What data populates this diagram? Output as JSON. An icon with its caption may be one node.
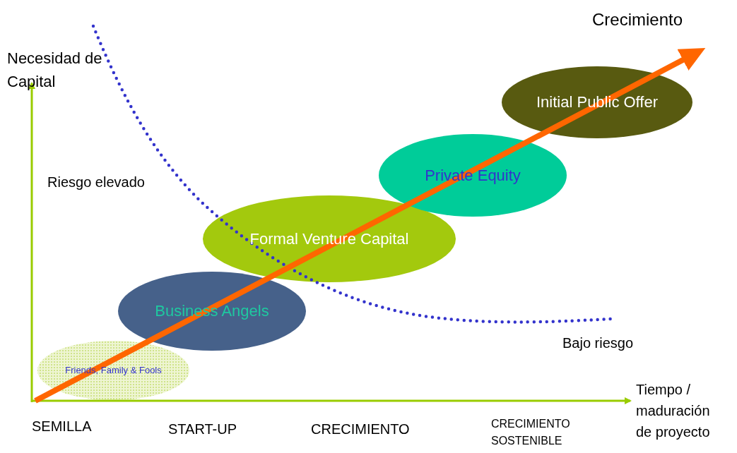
{
  "diagram": {
    "nodes": [
      {
        "text": [
          "Friends, Family & Fools"
        ]
      },
      {
        "text": [
          "Business Angels"
        ]
      },
      {
        "text": [
          "Formal Venture Capital"
        ]
      },
      {
        "text": [
          "Private Equity"
        ]
      },
      {
        "text": [
          "Initial Public Offer"
        ]
      }
    ],
    "labels": [
      "Crecimiento",
      "Necesidad de Capital",
      "Riesgo elevado",
      "Bajo riesgo",
      "Tiempo / maduración de proyecto",
      "SEMILLA",
      "START-UP",
      "CRECIMIENTO",
      "CRECIMIENTO SOSTENIBLE"
    ]
  }
}
